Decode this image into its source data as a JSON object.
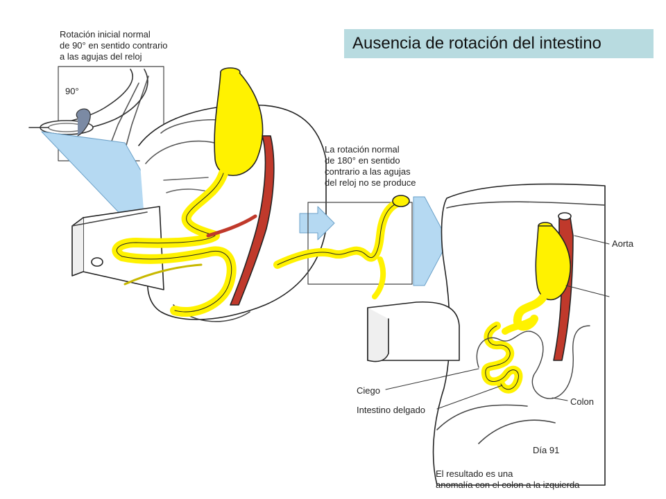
{
  "title": "Ausencia de rotación del intestino",
  "annotations": {
    "initial_rotation": "Rotación inicial normal\nde 90° en sentido contrario\na las agujas del reloj",
    "angle": "90°",
    "normal_rotation": "La rotación normal\nde 180° en sentido\ncontrario a las agujas\ndel reloj no se produce",
    "result": "El resultado es una\nanomalía con el colon a la izquierda",
    "day": "Día 91"
  },
  "labels": {
    "aorta": "Aorta",
    "cecum": "Ciego",
    "small_intestine": "Intestino delgado",
    "colon": "Colon"
  },
  "colors": {
    "intestine": "#fff200",
    "artery": "#c0392b",
    "arrow": "#b5d9f2",
    "outline": "#222222",
    "title_bg": "#b8dbe0"
  }
}
